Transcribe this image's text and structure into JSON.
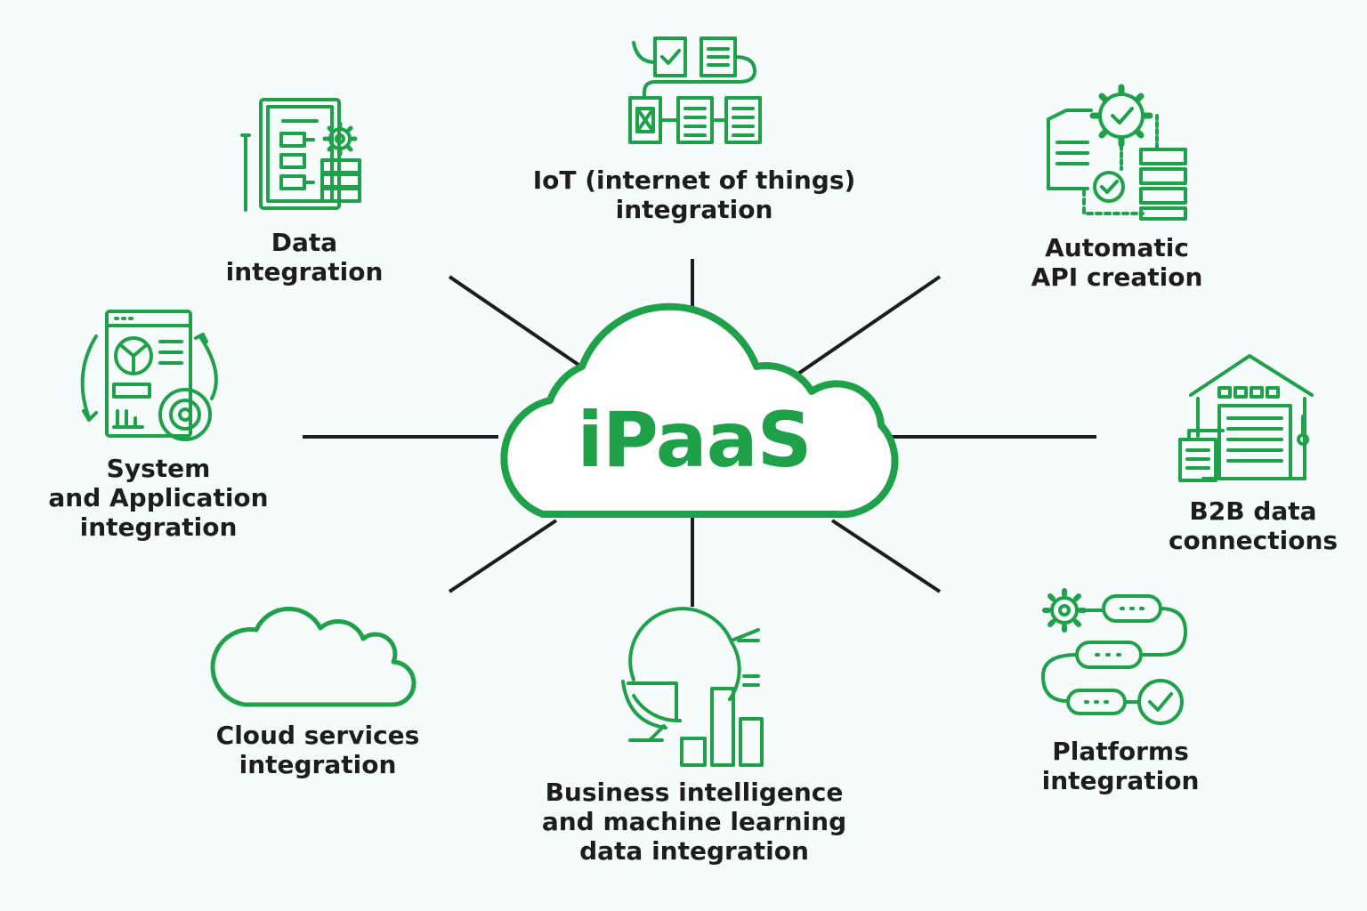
{
  "colors": {
    "accent": "#1fa14a",
    "line": "#1d1d1d",
    "background": "#f6fbfb"
  },
  "center": {
    "title": "iPaaS"
  },
  "nodes": [
    {
      "id": "data",
      "icon": "document-gear-stack-icon",
      "lines": [
        "Data",
        "integration"
      ]
    },
    {
      "id": "iot",
      "icon": "iot-flow-icon",
      "lines": [
        "IoT (internet of things)",
        "integration"
      ]
    },
    {
      "id": "api",
      "icon": "api-gear-document-icon",
      "lines": [
        "Automatic",
        "API creation"
      ]
    },
    {
      "id": "system",
      "icon": "app-window-target-icon",
      "lines": [
        "System",
        "and Application",
        "integration"
      ]
    },
    {
      "id": "b2b",
      "icon": "warehouse-icon",
      "lines": [
        "B2B data",
        "connections"
      ]
    },
    {
      "id": "cloud",
      "icon": "cloud-icon",
      "lines": [
        "Cloud services",
        "integration"
      ]
    },
    {
      "id": "bi",
      "icon": "analytics-chart-icon",
      "lines": [
        "Business intelligence",
        "and machine learning",
        "data integration"
      ]
    },
    {
      "id": "platforms",
      "icon": "platform-pipeline-icon",
      "lines": [
        "Platforms",
        "integration"
      ]
    }
  ]
}
